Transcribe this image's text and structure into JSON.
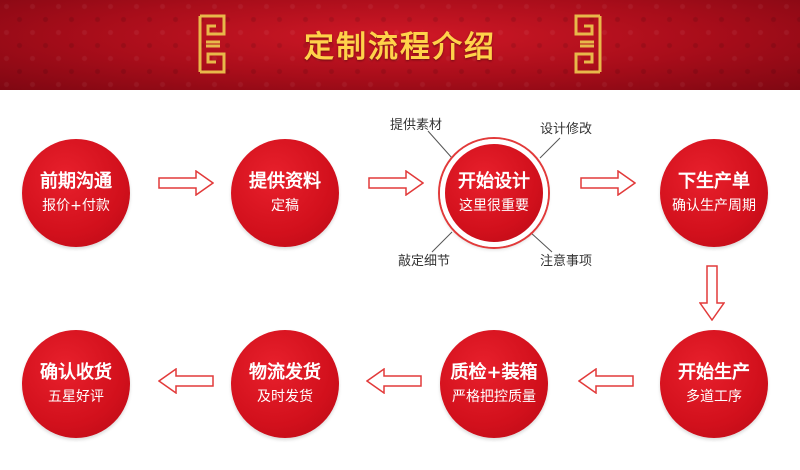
{
  "header": {
    "title": "定制流程介绍"
  },
  "steps": [
    {
      "title": "前期沟通",
      "sub": "报价+付款"
    },
    {
      "title": "提供资料",
      "sub": "定稿"
    },
    {
      "title": "开始设计",
      "sub": "这里很重要"
    },
    {
      "title": "下生产单",
      "sub": "确认生产周期"
    },
    {
      "title": "开始生产",
      "sub": "多道工序"
    },
    {
      "title": "质检+装箱",
      "sub": "严格把控质量"
    },
    {
      "title": "物流发货",
      "sub": "及时发货"
    },
    {
      "title": "确认收货",
      "sub": "五星好评"
    }
  ],
  "design_notes": {
    "top_left": "提供素材",
    "top_right": "设计修改",
    "bottom_left": "敲定细节",
    "bottom_right": "注意事项"
  },
  "colors": {
    "banner": "#b0101c",
    "title": "#ffd24a",
    "circle": "#d2101c",
    "arrow": "#e23a3a"
  }
}
